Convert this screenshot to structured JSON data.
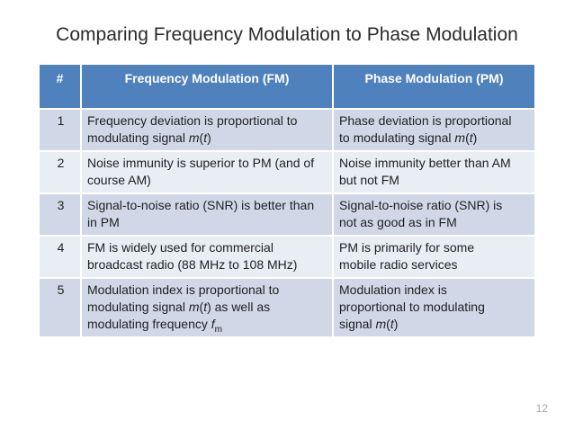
{
  "title": "Comparing Frequency Modulation to Phase Modulation",
  "page_number": "12",
  "colors": {
    "header_bg": "#4f81bd",
    "header_text": "#ffffff",
    "row_odd_bg": "#d0d8e8",
    "row_even_bg": "#e9edf4",
    "grid": "#ffffff",
    "title_text": "#2b2b2b",
    "body_text": "#1f1f1f",
    "page_number_text": "#a6a6a6"
  },
  "table": {
    "headers": [
      "#",
      "Frequency Modulation (FM)",
      "Phase Modulation (PM)"
    ],
    "rows": [
      {
        "num": "1",
        "fm": [
          {
            "t": "Frequency deviation is proportional to"
          },
          {
            "br": true
          },
          {
            "t": "modulating signal "
          },
          {
            "t": "m",
            "i": true
          },
          {
            "t": "("
          },
          {
            "t": "t",
            "i": true
          },
          {
            "t": ")"
          }
        ],
        "pm": [
          {
            "t": "Phase deviation is proportional"
          },
          {
            "br": true
          },
          {
            "t": "to modulating signal "
          },
          {
            "t": "m",
            "i": true
          },
          {
            "t": "("
          },
          {
            "t": "t",
            "i": true
          },
          {
            "t": ")"
          }
        ]
      },
      {
        "num": "2",
        "fm": [
          {
            "t": "Noise immunity is superior to PM (and of"
          },
          {
            "br": true
          },
          {
            "t": "course AM)"
          }
        ],
        "pm": [
          {
            "t": "Noise immunity better than AM"
          },
          {
            "br": true
          },
          {
            "t": "but not FM"
          }
        ]
      },
      {
        "num": "3",
        "fm": [
          {
            "t": "Signal-to-noise ratio (SNR) is better than"
          },
          {
            "br": true
          },
          {
            "t": "in PM"
          }
        ],
        "pm": [
          {
            "t": "Signal-to-noise ratio (SNR) is"
          },
          {
            "br": true
          },
          {
            "t": "not as good as in FM"
          }
        ]
      },
      {
        "num": "4",
        "fm": [
          {
            "t": "FM is widely used for commercial"
          },
          {
            "br": true
          },
          {
            "t": "broadcast radio (88 MHz to 108 MHz)"
          }
        ],
        "pm": [
          {
            "t": "PM is primarily for some"
          },
          {
            "br": true
          },
          {
            "t": "mobile radio services"
          }
        ]
      },
      {
        "num": "5",
        "fm": [
          {
            "t": "Modulation index is proportional to"
          },
          {
            "br": true
          },
          {
            "t": "modulating signal "
          },
          {
            "t": "m",
            "i": true
          },
          {
            "t": "("
          },
          {
            "t": "t",
            "i": true
          },
          {
            "t": ") as well as"
          },
          {
            "br": true
          },
          {
            "t": "modulating frequency "
          },
          {
            "t": "f",
            "i": true
          },
          {
            "t": "m",
            "sub": true
          }
        ],
        "pm": [
          {
            "t": "Modulation index is"
          },
          {
            "br": true
          },
          {
            "t": "proportional to modulating"
          },
          {
            "br": true
          },
          {
            "t": "signal "
          },
          {
            "t": "m",
            "i": true
          },
          {
            "t": "("
          },
          {
            "t": "t",
            "i": true
          },
          {
            "t": ")"
          }
        ]
      }
    ]
  }
}
